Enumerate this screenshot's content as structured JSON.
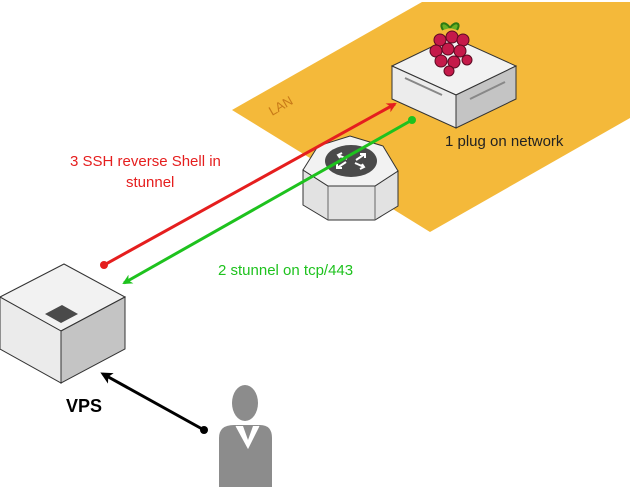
{
  "labels": {
    "lan": "LAN",
    "step1": "1 plug on network",
    "step2": "2 stunnel on tcp/443",
    "step3_line1": "3 SSH reverse Shell in",
    "step3_line2": "stunnel",
    "vps": "VPS"
  },
  "colors": {
    "lan_zone": "#F4B93A",
    "lan_text": "#C87A18",
    "ssh_arrow": "#E51E1E",
    "stunnel_arrow": "#1EC21E",
    "user_arrow": "#000000",
    "box_top": "#F2F2F2",
    "box_side": "#C4C4C4",
    "router_dark": "#4A4A4A",
    "person": "#8C8C8C"
  },
  "icons": {
    "raspberry": "raspberry-pi-icon",
    "router": "router-icon",
    "user": "user-icon"
  }
}
